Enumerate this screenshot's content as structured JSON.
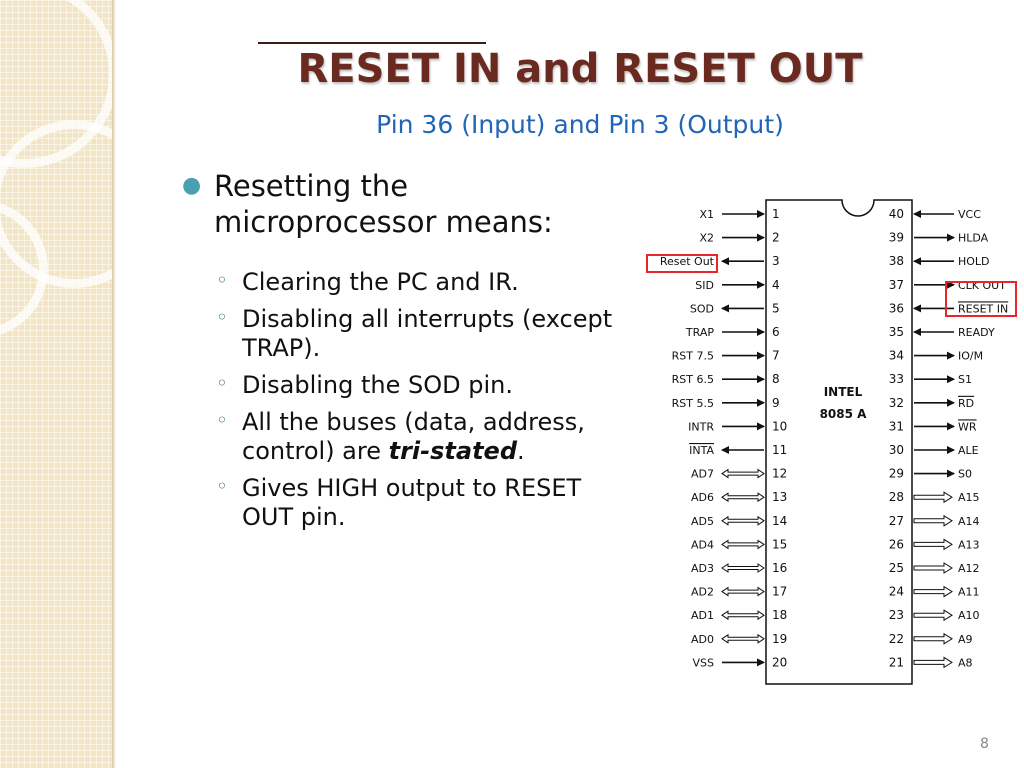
{
  "slide": {
    "title": "RESET IN and RESET OUT",
    "subtitle": "Pin 36 (Input) and Pin 3 (Output)",
    "page_number": "8"
  },
  "content": {
    "main_bullet": "Resetting the microprocessor means:",
    "sub_bullets": [
      {
        "text": "Clearing the PC and IR."
      },
      {
        "text": "Disabling all interrupts (except TRAP)."
      },
      {
        "text": "Disabling the SOD pin."
      },
      {
        "text": "All the buses (data, address, control) are ",
        "emph": "tri-stated",
        "tail": "."
      },
      {
        "text": "Gives HIGH output to RESET OUT pin."
      }
    ]
  },
  "chip": {
    "name_line1": "INTEL",
    "name_line2": "8085 A",
    "highlight_color": "#e8262b",
    "left_pins": [
      {
        "num": "1",
        "label": "X1",
        "dir": "in"
      },
      {
        "num": "2",
        "label": "X2",
        "dir": "in"
      },
      {
        "num": "3",
        "label": "Reset Out",
        "dir": "out",
        "highlight": true
      },
      {
        "num": "4",
        "label": "SID",
        "dir": "in"
      },
      {
        "num": "5",
        "label": "SOD",
        "dir": "out"
      },
      {
        "num": "6",
        "label": "TRAP",
        "dir": "in"
      },
      {
        "num": "7",
        "label": "RST 7.5",
        "dir": "in"
      },
      {
        "num": "8",
        "label": "RST 6.5",
        "dir": "in"
      },
      {
        "num": "9",
        "label": "RST 5.5",
        "dir": "in"
      },
      {
        "num": "10",
        "label": "INTR",
        "dir": "in"
      },
      {
        "num": "11",
        "label": "INTA",
        "dir": "out",
        "overline": true
      },
      {
        "num": "12",
        "label": "AD7",
        "dir": "bi"
      },
      {
        "num": "13",
        "label": "AD6",
        "dir": "bi"
      },
      {
        "num": "14",
        "label": "AD5",
        "dir": "bi"
      },
      {
        "num": "15",
        "label": "AD4",
        "dir": "bi"
      },
      {
        "num": "16",
        "label": "AD3",
        "dir": "bi"
      },
      {
        "num": "17",
        "label": "AD2",
        "dir": "bi"
      },
      {
        "num": "18",
        "label": "AD1",
        "dir": "bi"
      },
      {
        "num": "19",
        "label": "AD0",
        "dir": "bi"
      },
      {
        "num": "20",
        "label": "VSS",
        "dir": "in"
      }
    ],
    "right_pins": [
      {
        "num": "40",
        "label": "VCC",
        "dir": "in"
      },
      {
        "num": "39",
        "label": "HLDA",
        "dir": "out"
      },
      {
        "num": "38",
        "label": "HOLD",
        "dir": "in"
      },
      {
        "num": "37",
        "label": "CLK OUT",
        "dir": "out"
      },
      {
        "num": "36",
        "label": "RESET IN",
        "dir": "in",
        "overline": true,
        "highlight": true
      },
      {
        "num": "35",
        "label": "READY",
        "dir": "in"
      },
      {
        "num": "34",
        "label": "IO/M",
        "dir": "out",
        "overline_tail": "M"
      },
      {
        "num": "33",
        "label": "S1",
        "dir": "out"
      },
      {
        "num": "32",
        "label": "RD",
        "dir": "out",
        "overline": true
      },
      {
        "num": "31",
        "label": "WR",
        "dir": "out",
        "overline": true
      },
      {
        "num": "30",
        "label": "ALE",
        "dir": "out"
      },
      {
        "num": "29",
        "label": "S0",
        "dir": "out"
      },
      {
        "num": "28",
        "label": "A15",
        "dir": "bus"
      },
      {
        "num": "27",
        "label": "A14",
        "dir": "bus"
      },
      {
        "num": "26",
        "label": "A13",
        "dir": "bus"
      },
      {
        "num": "25",
        "label": "A12",
        "dir": "bus"
      },
      {
        "num": "24",
        "label": "A11",
        "dir": "bus"
      },
      {
        "num": "23",
        "label": "A10",
        "dir": "bus"
      },
      {
        "num": "22",
        "label": "A9",
        "dir": "bus"
      },
      {
        "num": "21",
        "label": "A8",
        "dir": "bus"
      }
    ]
  }
}
